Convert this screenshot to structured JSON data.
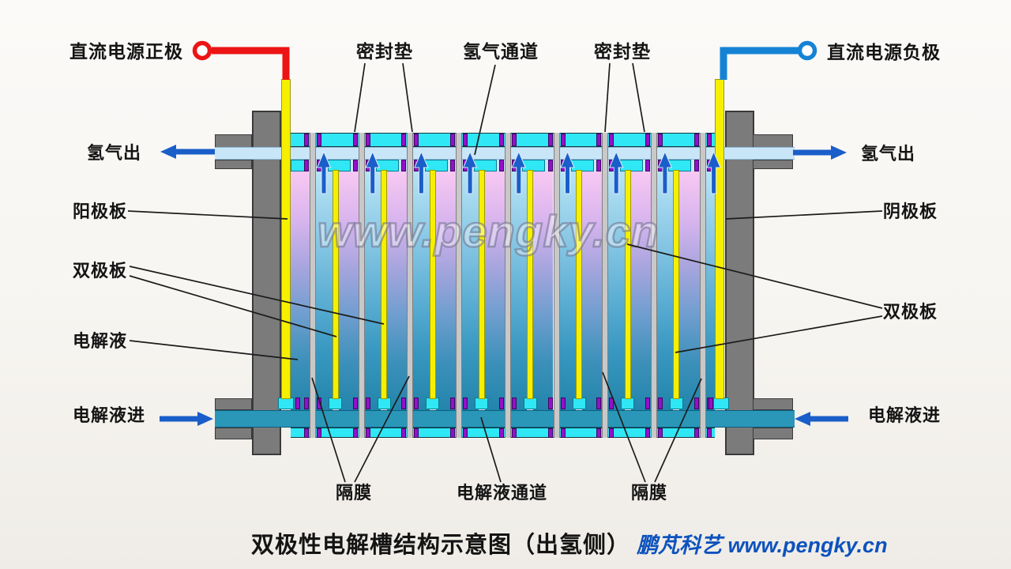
{
  "title": {
    "black": "双极性电解槽结构示意图（出氢侧）",
    "blue": "鹏芃科艺 www.pengky.cn"
  },
  "watermark": "www.pengky.cn",
  "labels": {
    "dc_positive": "直流电源正极",
    "dc_negative": "直流电源负极",
    "seal_gasket_left": "密封垫",
    "hydrogen_channel": "氢气通道",
    "seal_gasket_right": "密封垫",
    "hydrogen_out_left": "氢气出",
    "hydrogen_out_right": "氢气出",
    "anode_plate": "阳极板",
    "cathode_plate": "阴极板",
    "bipolar_plate_left": "双极板",
    "bipolar_plate_right": "双极板",
    "electrolyte": "电解液",
    "electrolyte_in_left": "电解液进",
    "electrolyte_in_right": "电解液进",
    "diaphragm_left": "隔膜",
    "diaphragm_right": "隔膜",
    "electrolyte_channel": "电解液通道"
  },
  "colors": {
    "wire_red": "#ec1414",
    "wire_blue": "#1583d5",
    "arrow_blue": "#1a5ec9",
    "electrode_yellow": "#f7ef00",
    "gasket_cyan": "#2fe7f5",
    "seal_purple": "#9410cb",
    "hydrogen_channel_blue": "#c9e6f8",
    "electrolyte_pipe_teal": "#2b97b8",
    "frame_gray": "#7b7b7b",
    "diaphragm_gray": "#c8c8c8",
    "title_blue": "#0d52bd",
    "leader_line": "#1c1c1c"
  }
}
